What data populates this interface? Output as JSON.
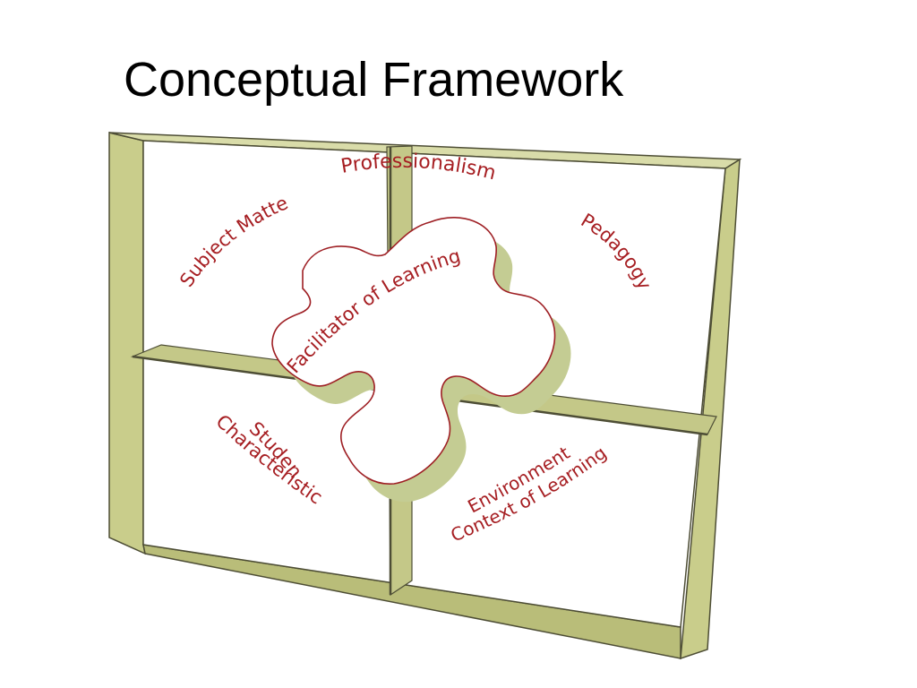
{
  "title": "Conceptual Framework",
  "colors": {
    "frame_side": "#c9cd8b",
    "frame_shadow": "#a9ad6c",
    "frame_edge": "#4d4d35",
    "label_red": "#a61e22",
    "puzzle_shadow": "#c4cc93",
    "puzzle_outline": "#9e1f24"
  },
  "diagram": {
    "center": "Facilitator of Learning",
    "top": "Professionalism",
    "quadrants": {
      "top_left": "Subject Matter",
      "top_right": "Pedagogy",
      "bottom_left": [
        "Student",
        "Characteristics"
      ],
      "bottom_right": [
        "Environmental",
        "Context of Learning"
      ]
    }
  }
}
